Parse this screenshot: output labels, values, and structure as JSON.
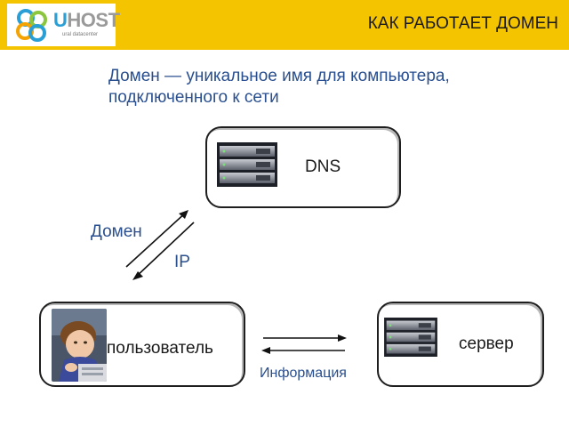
{
  "header": {
    "logo_text": "UHOST",
    "logo_subtext": "ural datacenter",
    "title": "КАК РАБОТАЕТ ДОМЕН",
    "background": "#f5c400"
  },
  "subtitle": "Домен — уникальное имя для компьютера, подключенного к сети",
  "nodes": {
    "dns": {
      "label": "DNS",
      "icon": "server-rack-icon"
    },
    "user": {
      "label": "пользователь",
      "icon": "child-at-computer-photo"
    },
    "server": {
      "label": "сервер",
      "icon": "server-rack-icon"
    }
  },
  "arrows": {
    "domain_label": "Домен",
    "ip_label": "IP",
    "info_label": "Информация"
  },
  "colors": {
    "accent_text": "#2a4f8f",
    "box_border": "#1e1e1e"
  }
}
